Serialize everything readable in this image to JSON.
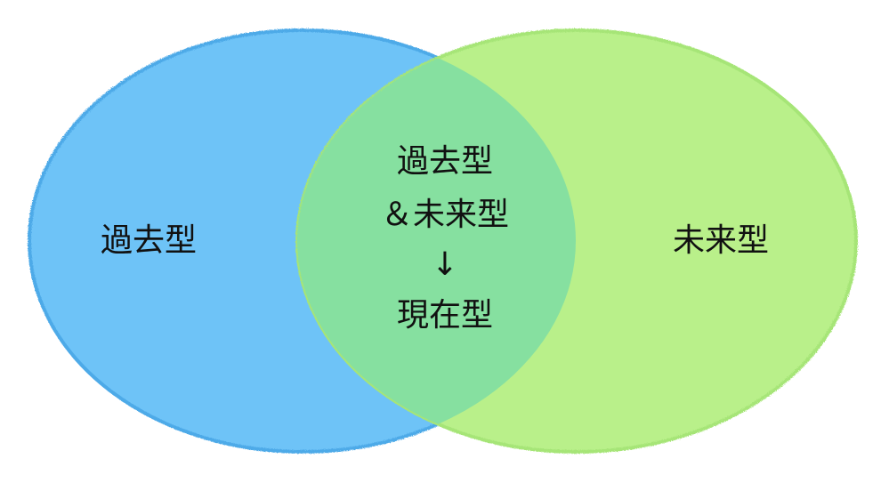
{
  "venn": {
    "left": {
      "label": "過去型",
      "fill": "#6ec3f7",
      "stroke": "#4eaae8"
    },
    "right": {
      "label": "未来型",
      "fill": "#b9f08a",
      "stroke": "#a6e577"
    },
    "overlap": {
      "lines": [
        "過去型",
        "＆未来型",
        "↓",
        "現在型"
      ],
      "fill": "#86e0a0"
    }
  }
}
